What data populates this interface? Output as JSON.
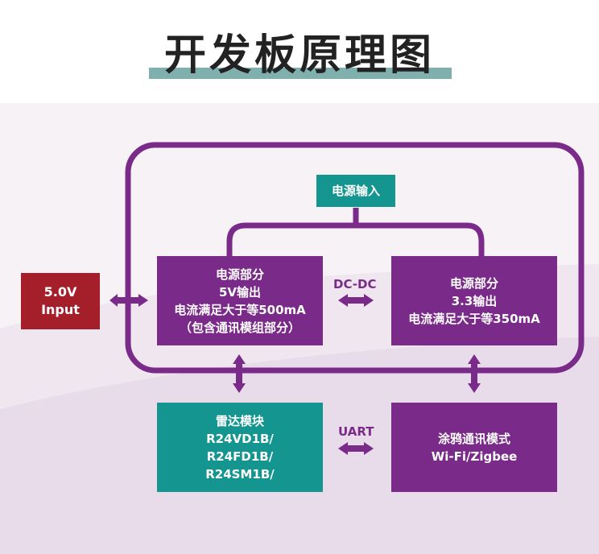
{
  "page_title": "开发板原理图",
  "colors": {
    "purple": "#7a2a88",
    "teal": "#159590",
    "red": "#a51f2b",
    "title_underline": "#7fb0ad"
  },
  "boxes": {
    "power_input": {
      "lines": [
        "电源输入"
      ]
    },
    "input_5v": {
      "lines": [
        "5.0V",
        "Input"
      ]
    },
    "power_5v": {
      "lines": [
        "电源部分",
        "5V输出",
        "电流满足大于等500mA",
        "（包含通讯模组部分）"
      ]
    },
    "power_3v3": {
      "lines": [
        "电源部分",
        "3.3输出",
        "电流满足大于等350mA"
      ]
    },
    "radar": {
      "lines": [
        "雷达模块",
        "R24VD1B/",
        "R24FD1B/",
        "R24SM1B/"
      ]
    },
    "tuya": {
      "lines": [
        "涂鸦通讯模式",
        "Wi-Fi/Zigbee"
      ]
    }
  },
  "labels": {
    "dcdc": "DC-DC",
    "uart": "UART"
  }
}
